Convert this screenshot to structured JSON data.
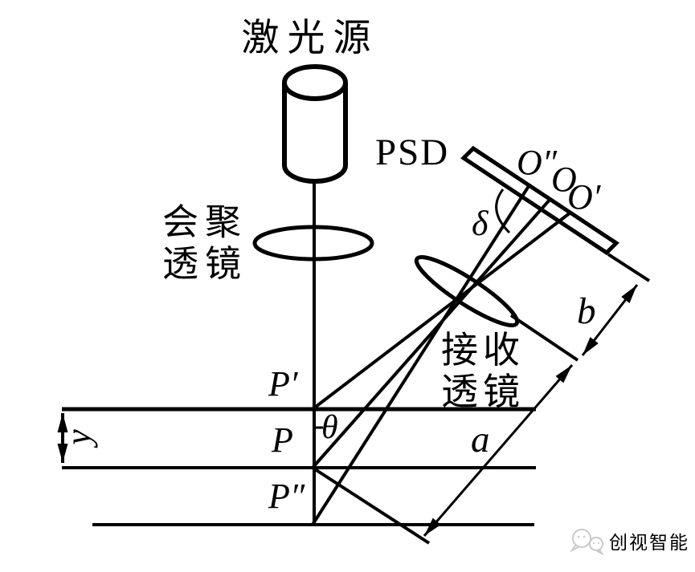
{
  "colors": {
    "ink": "#000000",
    "background": "#ffffff",
    "watermark_gray": "#c9c9c9"
  },
  "diagram": {
    "laser_label": "激光源",
    "psd_label": "PSD",
    "condenser_lens_label_line1": "会聚",
    "condenser_lens_label_line2": "透镜",
    "receiver_lens_label_line1": "接收",
    "receiver_lens_label_line2": "透镜",
    "point_o_double_prime": "O″",
    "point_o": "O",
    "point_o_prime": "O′",
    "angle_delta": "δ",
    "angle_theta": "θ",
    "dim_b": "b",
    "dim_a": "a",
    "dim_y": "y",
    "point_p_prime": "P′",
    "point_p": "P",
    "point_p_double_prime": "P″"
  },
  "watermark": {
    "icon": "wechat-bubbles-icon",
    "text": "创视智能"
  }
}
